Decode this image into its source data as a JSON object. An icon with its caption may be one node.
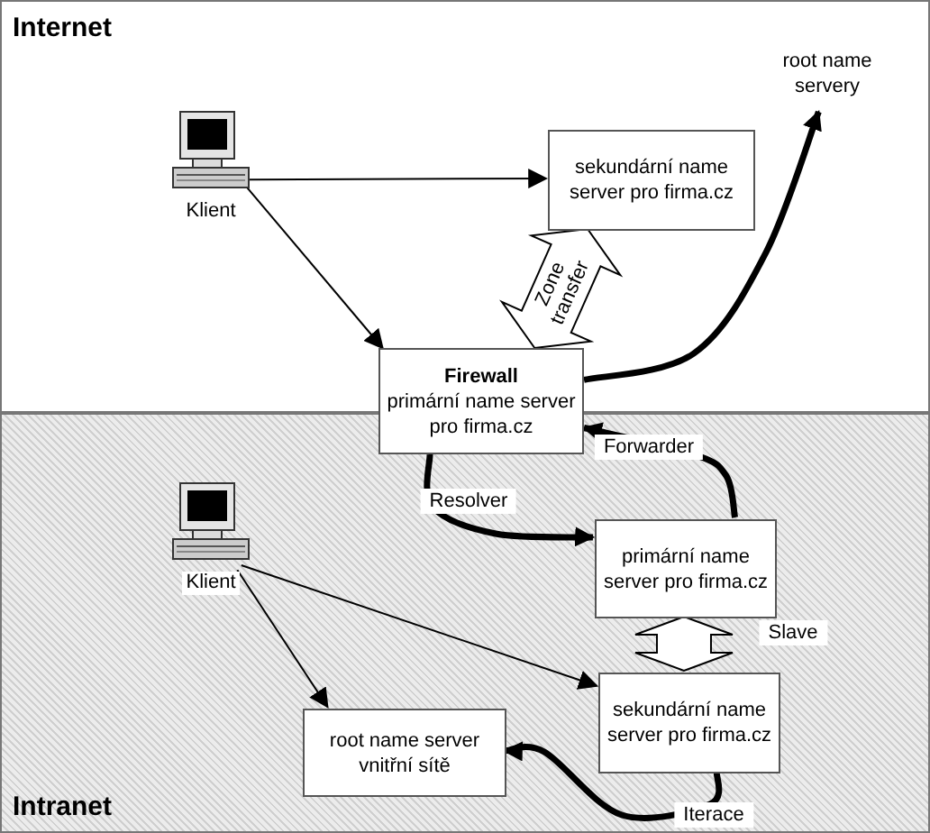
{
  "diagram": {
    "nodes": [
      {
        "text": [
          "Internet"
        ]
      },
      {
        "text": [
          "Intranet"
        ]
      },
      {
        "text": [
          "Klient"
        ],
        "in": 0
      },
      {
        "text": [
          "sekundární name server pro firma.cz"
        ],
        "in": 0
      },
      {
        "text": [
          "root name servery"
        ],
        "in": 0
      },
      {
        "text": [
          "Firewall",
          "primární name server pro firma.cz"
        ]
      },
      {
        "text": [
          "Klient"
        ],
        "in": 1
      },
      {
        "text": [
          "primární name server pro firma.cz"
        ],
        "in": 1
      },
      {
        "text": [
          "sekundární name server pro firma.cz"
        ],
        "in": 1
      },
      {
        "text": [
          "root name server vnitřní sítě"
        ],
        "in": 1
      }
    ],
    "edges": [
      {
        "from": 2,
        "to": 3,
        "arrow": "to"
      },
      {
        "from": 2,
        "to": 5,
        "arrow": "to"
      },
      {
        "from": 5,
        "to": 3,
        "arrow": "both",
        "label": "Zone transfer",
        "style": "thick"
      },
      {
        "from": 5,
        "to": 4,
        "arrow": "to",
        "style": "thick"
      },
      {
        "from": 5,
        "to": 7,
        "arrow": "to",
        "label": "Resolver",
        "style": "thick"
      },
      {
        "from": 7,
        "to": 5,
        "arrow": "to",
        "label": "Forwarder",
        "style": "thick"
      },
      {
        "from": 7,
        "to": 8,
        "arrow": "both",
        "label": "Slave",
        "style": "thick"
      },
      {
        "from": 6,
        "to": 8,
        "arrow": "to"
      },
      {
        "from": 6,
        "to": 9,
        "arrow": "to"
      },
      {
        "from": 8,
        "to": 9,
        "arrow": "to",
        "label": "Iterace",
        "style": "thick"
      }
    ]
  }
}
